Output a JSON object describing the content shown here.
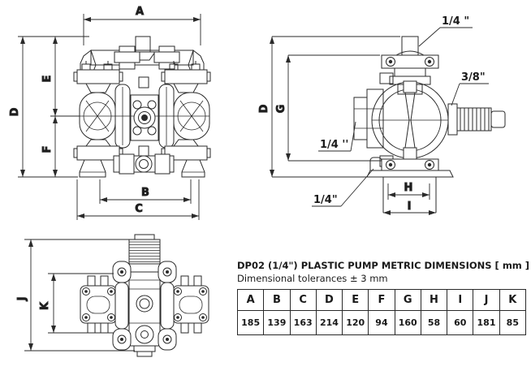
{
  "title_block": {
    "title": "DP02 (1/4\") PLASTIC PUMP METRIC DIMENSIONS [ mm ]",
    "tolerance_note": "Dimensional tolerances ± 3 mm"
  },
  "dimensions_table": {
    "headers": [
      "A",
      "B",
      "C",
      "D",
      "E",
      "F",
      "G",
      "H",
      "I",
      "J",
      "K"
    ],
    "values_mm": [
      "185",
      "139",
      "163",
      "214",
      "120",
      "94",
      "160",
      "58",
      "60",
      "181",
      "85"
    ]
  },
  "front_view": {
    "labels": {
      "a": "A",
      "b": "B",
      "c": "C",
      "d": "D",
      "e": "E",
      "f": "F"
    }
  },
  "side_view": {
    "labels": {
      "d": "D",
      "g": "G",
      "h": "H",
      "i": "I"
    },
    "port_labels": {
      "top": "1/4 \"",
      "right": "3/8\"",
      "middle_left": "1/4 ''",
      "bottom": "1/4\""
    }
  },
  "top_view": {
    "labels": {
      "j": "J",
      "k": "K"
    }
  },
  "colors": {
    "line": "#2a2a2a",
    "background": "#ffffff"
  }
}
